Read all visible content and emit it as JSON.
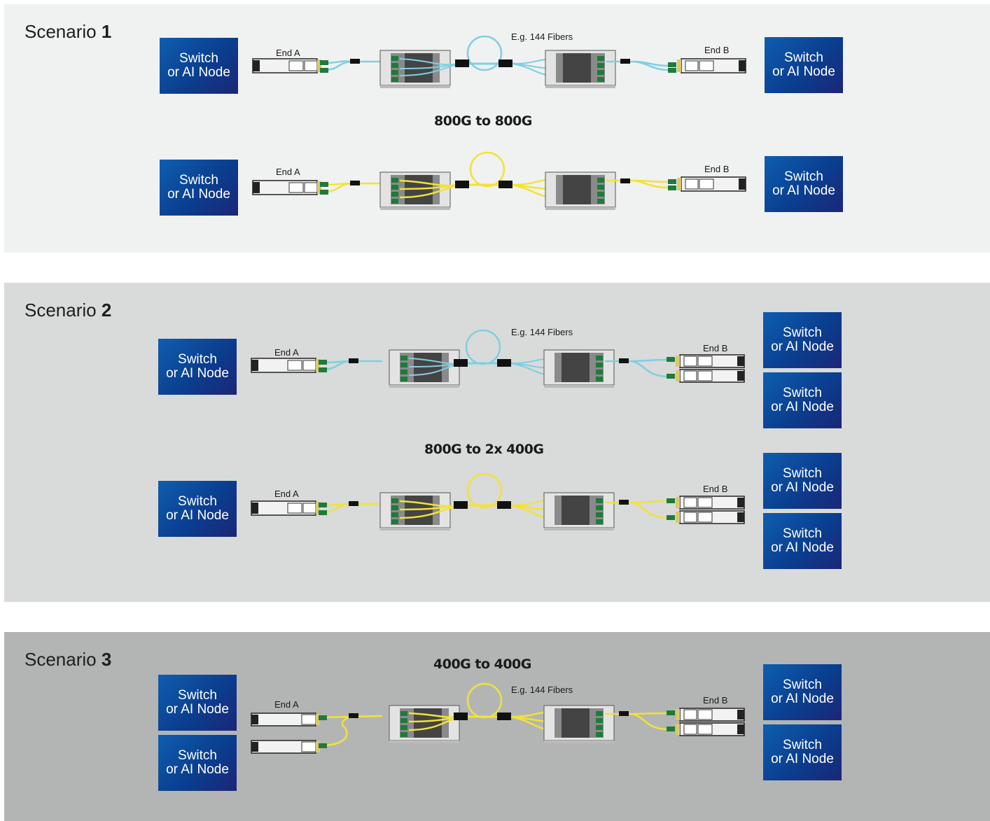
{
  "node_label": {
    "line1": "Switch",
    "line2": "or AI Node"
  },
  "end_a": "End A",
  "end_b": "End B",
  "fiber_note": "E.g. 144 Fibers",
  "colors": {
    "blue_fiber": "#7fcfe0",
    "yellow_fiber": "#f2e237",
    "node_blue": "#0a4a9e",
    "connector_green": "#1f7a3c"
  },
  "scenarios": [
    {
      "prefix": "Scenario ",
      "number": "1",
      "mode": "800G to 800G"
    },
    {
      "prefix": "Scenario ",
      "number": "2",
      "mode": "800G to 2x 400G"
    },
    {
      "prefix": "Scenario ",
      "number": "3",
      "mode": "400G to 400G"
    }
  ]
}
